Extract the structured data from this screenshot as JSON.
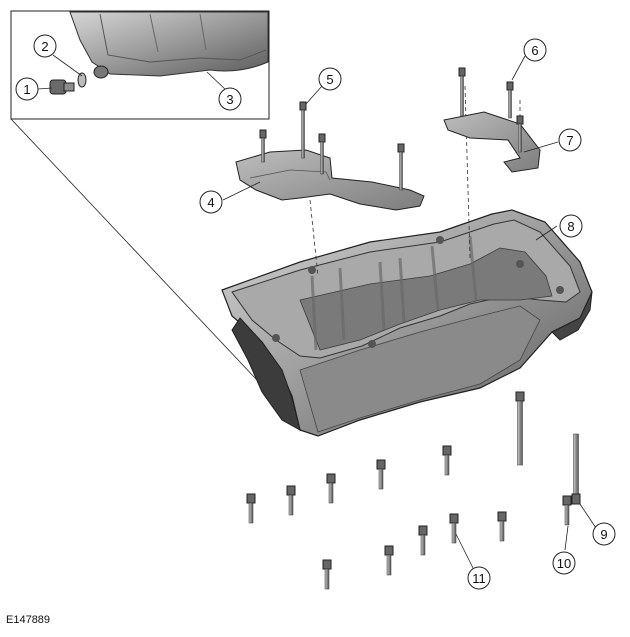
{
  "figure_id": "E147889",
  "callouts": [
    {
      "id": "callout-1",
      "label": "1"
    },
    {
      "id": "callout-2",
      "label": "2"
    },
    {
      "id": "callout-3",
      "label": "3"
    },
    {
      "id": "callout-4",
      "label": "4"
    },
    {
      "id": "callout-5",
      "label": "5"
    },
    {
      "id": "callout-6",
      "label": "6"
    },
    {
      "id": "callout-7",
      "label": "7"
    },
    {
      "id": "callout-8",
      "label": "8"
    },
    {
      "id": "callout-9",
      "label": "9"
    },
    {
      "id": "callout-10",
      "label": "10"
    },
    {
      "id": "callout-11",
      "label": "11"
    }
  ],
  "colors": {
    "part_fill": "#8f8f8f",
    "part_dark": "#4a4a4a",
    "part_light": "#c4c4c4",
    "line": "#222222"
  }
}
